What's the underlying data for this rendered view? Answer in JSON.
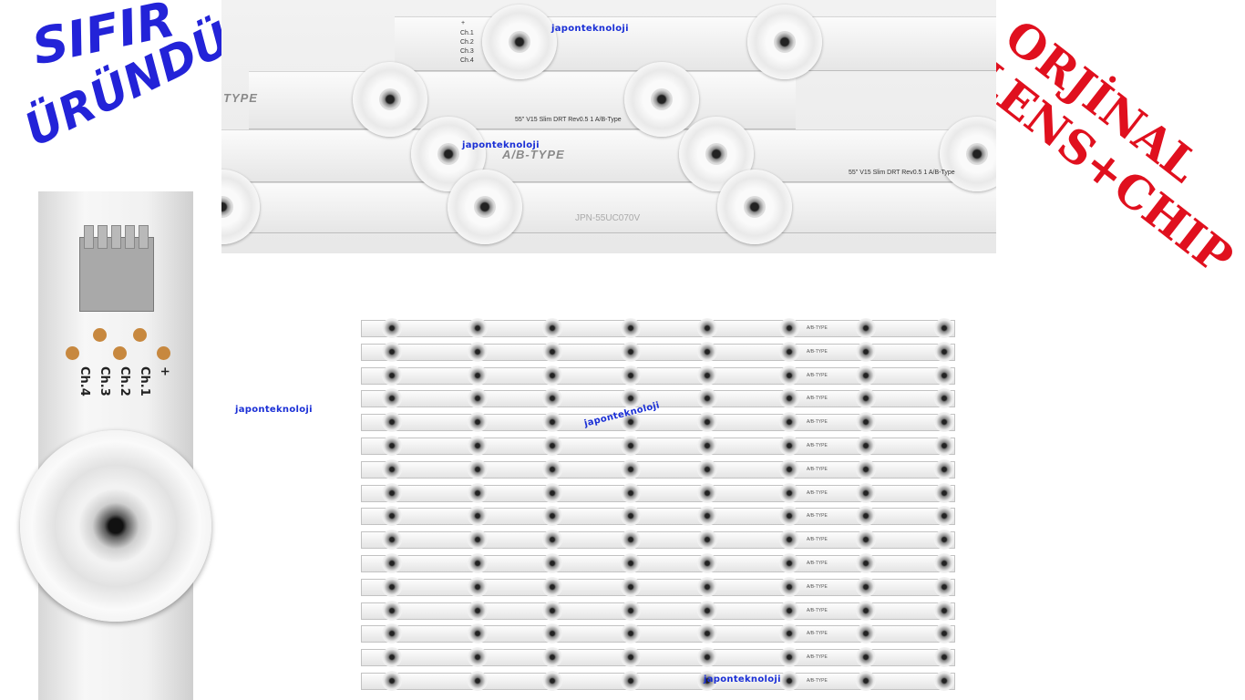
{
  "promo": {
    "left_line1": "SIFIR",
    "left_line2": "ÜRÜNDÜR",
    "right_line1": "ORJİNAL",
    "right_line2": "LENS+CHIP",
    "left_color": "#2323d8",
    "right_color": "#e0101e"
  },
  "watermark": "japonteknoloji",
  "top_photo": {
    "pcb_text": "55\" V15  Slim DRT  Rev0.5  1 A/B-Type",
    "type_label": "A/B-TYPE",
    "type_label_partial": "TYPE",
    "part_number": "JPN-55UC070V",
    "channels": [
      "+",
      "Ch.1",
      "Ch.2",
      "Ch.3",
      "Ch.4"
    ]
  },
  "closeup": {
    "channels": [
      "+",
      "Ch.1",
      "Ch.2",
      "Ch.3",
      "Ch.4"
    ]
  },
  "array": {
    "strip_count": 16,
    "type_label": "A/B-TYPE"
  }
}
